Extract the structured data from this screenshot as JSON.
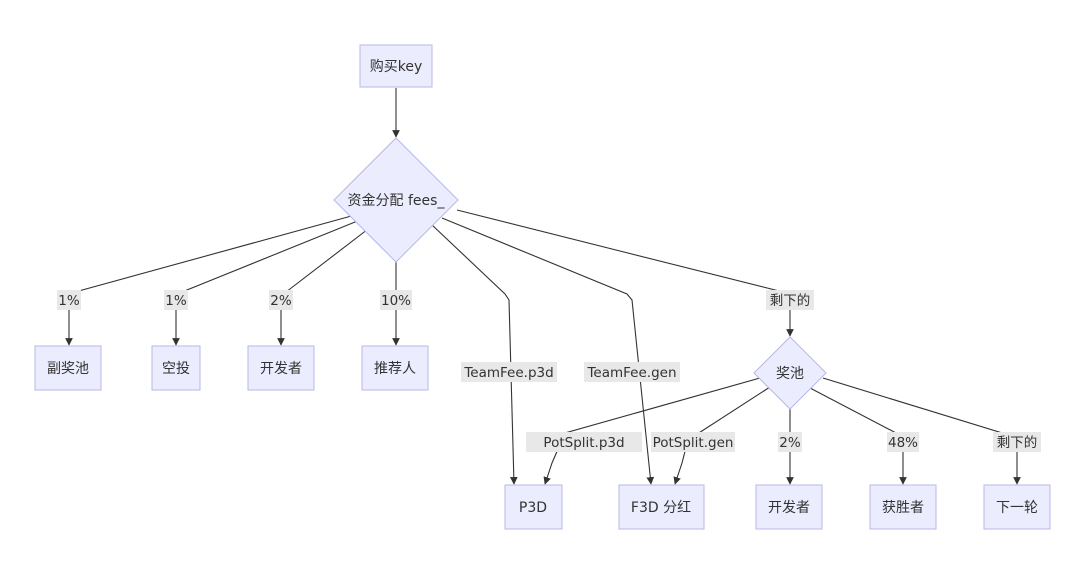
{
  "nodes": {
    "buy_key": "购买key",
    "fees": "资金分配 fees_",
    "sub_pot": "副奖池",
    "airdrop": "空投",
    "developer_1": "开发者",
    "referrer": "推荐人",
    "pot": "奖池",
    "p3d": "P3D",
    "f3d_dividend": "F3D 分红",
    "developer_2": "开发者",
    "winner": "获胜者",
    "next_round": "下一轮"
  },
  "edges": {
    "to_sub_pot": "1%",
    "to_airdrop": "1%",
    "to_developer": "2%",
    "to_referrer": "10%",
    "team_fee_p3d": "TeamFee.p3d",
    "team_fee_gen": "TeamFee.gen",
    "remaining_to_pot": "剩下的",
    "pot_split_p3d": "PotSplit.p3d",
    "pot_split_gen": "PotSplit.gen",
    "pot_to_developer": "2%",
    "pot_to_winner": "48%",
    "pot_remaining": "剩下的"
  },
  "colors": {
    "node_fill": "#ececff",
    "node_stroke": "#b7b7e8",
    "edge": "#333333",
    "label_bg": "#e8e8e8"
  }
}
